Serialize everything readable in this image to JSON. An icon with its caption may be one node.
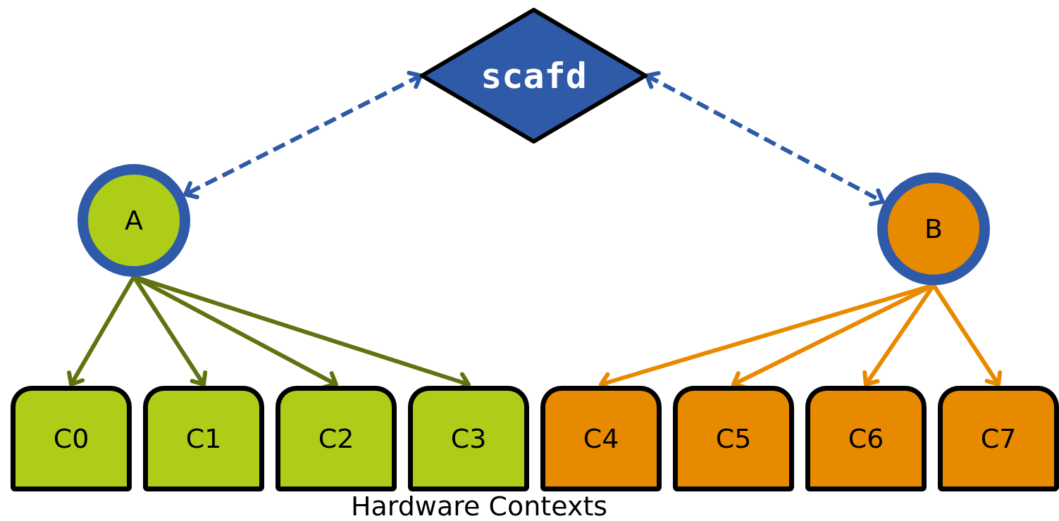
{
  "diagram": {
    "nodes": [
      {
        "text": [
          "scafd"
        ]
      },
      {
        "text": [
          "A"
        ]
      },
      {
        "text": [
          "B"
        ]
      },
      {
        "text": [
          "C0"
        ]
      },
      {
        "text": [
          "C1"
        ]
      },
      {
        "text": [
          "C2"
        ]
      },
      {
        "text": [
          "C3"
        ]
      },
      {
        "text": [
          "C4"
        ]
      },
      {
        "text": [
          "C5"
        ]
      },
      {
        "text": [
          "C6"
        ]
      },
      {
        "text": [
          "C7"
        ]
      }
    ],
    "edges": [
      {
        "from": 0,
        "to": 1,
        "arrow": "both",
        "style": "dashed",
        "color": "#2e5aa8"
      },
      {
        "from": 0,
        "to": 2,
        "arrow": "both",
        "style": "dashed",
        "color": "#2e5aa8"
      },
      {
        "from": 1,
        "to": 3,
        "arrow": "to",
        "color": "#5f7410"
      },
      {
        "from": 1,
        "to": 4,
        "arrow": "to",
        "color": "#5f7410"
      },
      {
        "from": 1,
        "to": 5,
        "arrow": "to",
        "color": "#5f7410"
      },
      {
        "from": 1,
        "to": 6,
        "arrow": "to",
        "color": "#5f7410"
      },
      {
        "from": 2,
        "to": 7,
        "arrow": "to",
        "color": "#e88a00"
      },
      {
        "from": 2,
        "to": 8,
        "arrow": "to",
        "color": "#e88a00"
      },
      {
        "from": 2,
        "to": 9,
        "arrow": "to",
        "color": "#e88a00"
      },
      {
        "from": 2,
        "to": 10,
        "arrow": "to",
        "color": "#e88a00"
      }
    ],
    "labels": [
      "Hardware Contexts"
    ]
  }
}
